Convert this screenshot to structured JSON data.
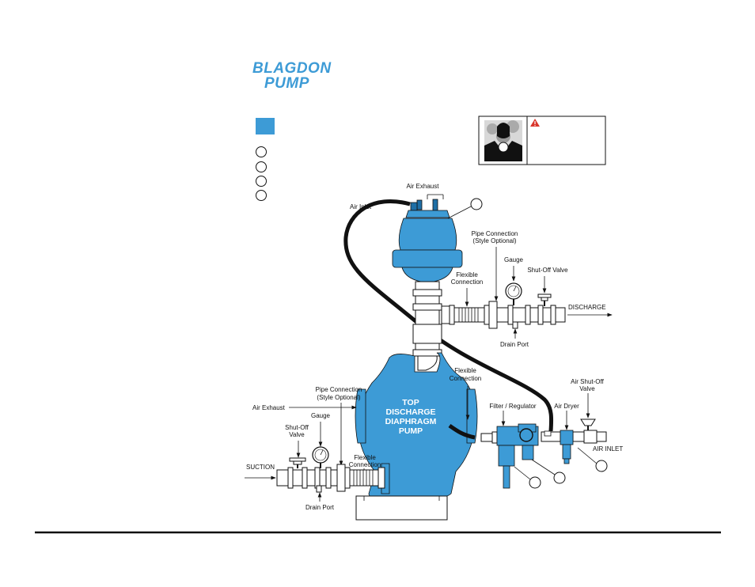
{
  "logo": {
    "line1": "BLAGDON",
    "line2": "PUMP"
  },
  "colors": {
    "blue": "#3d9bd6",
    "dark_blue": "#1f6fa6",
    "black": "#111111"
  },
  "warning_box": {
    "icon": "warning-triangle-icon",
    "pictogram": "explosion-hazard-icon"
  },
  "pump": {
    "lines": [
      "TOP",
      "DISCHARGE",
      "DIAPHRAGM",
      "PUMP"
    ]
  },
  "labels": {
    "air_exhaust_top": "Air Exhaust",
    "air_inlet": "Air Inlet",
    "pipe_connection_top": [
      "Pipe Connection",
      "(Style Optional)"
    ],
    "gauge_top": "Gauge",
    "flexible_connection_top": [
      "Flexible",
      "Connection"
    ],
    "shutoff_valve_top": "Shut-Off Valve",
    "discharge": "DISCHARGE",
    "drain_port_top": "Drain Port",
    "flexible_connection_mid": [
      "Flexible",
      "Connection"
    ],
    "pipe_connection_left": [
      "Pipe Connection",
      "(Style Optional)"
    ],
    "air_exhaust_left": "Air Exhaust",
    "gauge_left": "Gauge",
    "shutoff_valve_left": [
      "Shut-Off",
      "Valve"
    ],
    "flexible_connection_left": [
      "Flexible",
      "Connection"
    ],
    "suction": "SUCTION",
    "drain_port_left": "Drain Port",
    "filter_regulator": "Filter / Regulator",
    "air_dryer": "Air Dryer",
    "air_shutoff_valve": [
      "Air Shut-Off",
      "Valve"
    ],
    "air_inlet_right": "AIR INLET"
  }
}
